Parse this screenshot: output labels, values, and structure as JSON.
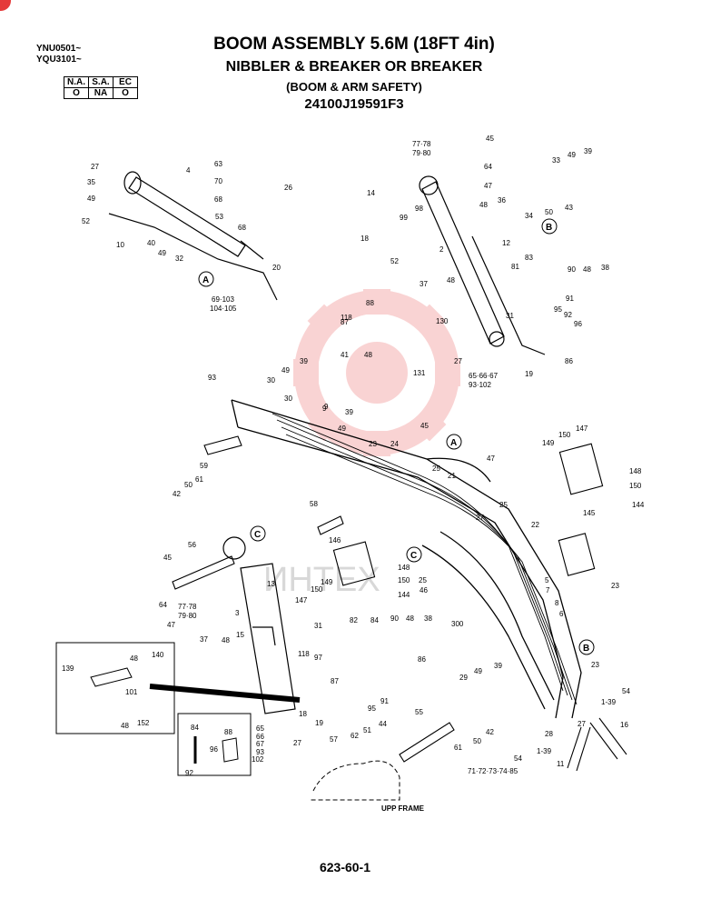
{
  "header": {
    "serials": [
      "YNU0501~",
      "YQU3101~"
    ],
    "status_table": {
      "headers": [
        "N.A.",
        "S.A.",
        "EC"
      ],
      "values": [
        "O",
        "NA",
        "O"
      ]
    },
    "title_line1": "BOOM ASSEMBLY 5.6M (18FT 4in)",
    "title_line2": "NIBBLER & BREAKER OR BREAKER",
    "title_line3": "(BOOM & ARM SAFETY)",
    "part_number": "24100J19591F3"
  },
  "callouts": [
    "A",
    "B",
    "C"
  ],
  "frame_label": "UPP FRAME",
  "watermark": "ИНТЕХ",
  "page_number": "623-60-1",
  "part_labels": [
    {
      "t": "27"
    },
    {
      "t": "4"
    },
    {
      "t": "35"
    },
    {
      "t": "49"
    },
    {
      "t": "52"
    },
    {
      "t": "10"
    },
    {
      "t": "63"
    },
    {
      "t": "70"
    },
    {
      "t": "68"
    },
    {
      "t": "53"
    },
    {
      "t": "68"
    },
    {
      "t": "26"
    },
    {
      "t": "40"
    },
    {
      "t": "49"
    },
    {
      "t": "32"
    },
    {
      "t": "20"
    },
    {
      "t": "69·103"
    },
    {
      "t": "104·105"
    },
    {
      "t": "77·78"
    },
    {
      "t": "79·80"
    },
    {
      "t": "45"
    },
    {
      "t": "64"
    },
    {
      "t": "47"
    },
    {
      "t": "14"
    },
    {
      "t": "98"
    },
    {
      "t": "99"
    },
    {
      "t": "18"
    },
    {
      "t": "52"
    },
    {
      "t": "48"
    },
    {
      "t": "36"
    },
    {
      "t": "33"
    },
    {
      "t": "49"
    },
    {
      "t": "39"
    },
    {
      "t": "34"
    },
    {
      "t": "50"
    },
    {
      "t": "43"
    },
    {
      "t": "12"
    },
    {
      "t": "2"
    },
    {
      "t": "83"
    },
    {
      "t": "81"
    },
    {
      "t": "90"
    },
    {
      "t": "48"
    },
    {
      "t": "38"
    },
    {
      "t": "91"
    },
    {
      "t": "95"
    },
    {
      "t": "92"
    },
    {
      "t": "96"
    },
    {
      "t": "86"
    },
    {
      "t": "37"
    },
    {
      "t": "48"
    },
    {
      "t": "31"
    },
    {
      "t": "9"
    },
    {
      "t": "88"
    },
    {
      "t": "87"
    },
    {
      "t": "118"
    },
    {
      "t": "130"
    },
    {
      "t": "41"
    },
    {
      "t": "48"
    },
    {
      "t": "27"
    },
    {
      "t": "131"
    },
    {
      "t": "65·66·67"
    },
    {
      "t": "93·102"
    },
    {
      "t": "19"
    },
    {
      "t": "93"
    },
    {
      "t": "30"
    },
    {
      "t": "49"
    },
    {
      "t": "39"
    },
    {
      "t": "30"
    },
    {
      "t": "9"
    },
    {
      "t": "39"
    },
    {
      "t": "49"
    },
    {
      "t": "45"
    },
    {
      "t": "23"
    },
    {
      "t": "24"
    },
    {
      "t": "25"
    },
    {
      "t": "21"
    },
    {
      "t": "47"
    },
    {
      "t": "59"
    },
    {
      "t": "61"
    },
    {
      "t": "50"
    },
    {
      "t": "42"
    },
    {
      "t": "149"
    },
    {
      "t": "150"
    },
    {
      "t": "147"
    },
    {
      "t": "148"
    },
    {
      "t": "150"
    },
    {
      "t": "144"
    },
    {
      "t": "145"
    },
    {
      "t": "58"
    },
    {
      "t": "25"
    },
    {
      "t": "22"
    },
    {
      "t": "27"
    },
    {
      "t": "23"
    },
    {
      "t": "56"
    },
    {
      "t": "45"
    },
    {
      "t": "146"
    },
    {
      "t": "148"
    },
    {
      "t": "150"
    },
    {
      "t": "149"
    },
    {
      "t": "144"
    },
    {
      "t": "25"
    },
    {
      "t": "46"
    },
    {
      "t": "13"
    },
    {
      "t": "64"
    },
    {
      "t": "77·78"
    },
    {
      "t": "79·80"
    },
    {
      "t": "47"
    },
    {
      "t": "3"
    },
    {
      "t": "147"
    },
    {
      "t": "150"
    },
    {
      "t": "31"
    },
    {
      "t": "82"
    },
    {
      "t": "84"
    },
    {
      "t": "90"
    },
    {
      "t": "48"
    },
    {
      "t": "38"
    },
    {
      "t": "300"
    },
    {
      "t": "5"
    },
    {
      "t": "7"
    },
    {
      "t": "8"
    },
    {
      "t": "6"
    },
    {
      "t": "37"
    },
    {
      "t": "48"
    },
    {
      "t": "15"
    },
    {
      "t": "140"
    },
    {
      "t": "139"
    },
    {
      "t": "48"
    },
    {
      "t": "101"
    },
    {
      "t": "48"
    },
    {
      "t": "152"
    },
    {
      "t": "118"
    },
    {
      "t": "97"
    },
    {
      "t": "87"
    },
    {
      "t": "86"
    },
    {
      "t": "29"
    },
    {
      "t": "49"
    },
    {
      "t": "39"
    },
    {
      "t": "23"
    },
    {
      "t": "1-39"
    },
    {
      "t": "54"
    },
    {
      "t": "91"
    },
    {
      "t": "95"
    },
    {
      "t": "18"
    },
    {
      "t": "19"
    },
    {
      "t": "84"
    },
    {
      "t": "88"
    },
    {
      "t": "96"
    },
    {
      "t": "92"
    },
    {
      "t": "65"
    },
    {
      "t": "66"
    },
    {
      "t": "67"
    },
    {
      "t": "93"
    },
    {
      "t": "102"
    },
    {
      "t": "27"
    },
    {
      "t": "55"
    },
    {
      "t": "50"
    },
    {
      "t": "42"
    },
    {
      "t": "61"
    },
    {
      "t": "1-39"
    },
    {
      "t": "54"
    },
    {
      "t": "28"
    },
    {
      "t": "27"
    },
    {
      "t": "16"
    },
    {
      "t": "11"
    },
    {
      "t": "57"
    },
    {
      "t": "62"
    },
    {
      "t": "51"
    },
    {
      "t": "44"
    },
    {
      "t": "71·72·73·74·85"
    }
  ]
}
